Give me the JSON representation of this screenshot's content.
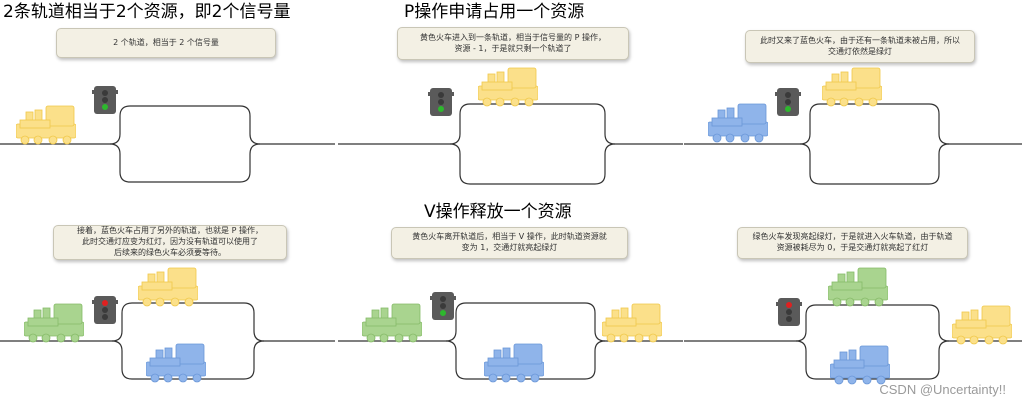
{
  "titles": {
    "t1": "2条轨道相当于2个资源，即2个信号量",
    "t2": "P操作申请占用一个资源",
    "t3": "V操作释放一个资源"
  },
  "notes": {
    "n1": "2 个轨道，相当于 2 个信号量",
    "n2": "黄色火车进入到一条轨道，相当于信号量的 P 操作，\n资源 - 1，于是就只剩一个轨道了",
    "n3": "此时又来了蓝色火车，由于还有一条轨道未被占用，所以\n交通灯依然是绿灯",
    "n4": "接着，蓝色火车占用了另外的轨道，也就是 P 操作，\n此时交通灯应变为红灯，因为没有轨道可以使用了\n后续来的绿色火车必须要等待。",
    "n5": "黄色火车离开轨道后，相当于 V 操作，此时轨道资源就\n变为 1，交通灯就亮起绿灯",
    "n6": "绿色火车发现亮起绿灯，于是就进入火车轨道，由于轨道\n资源被耗尽为 0，于是交通灯就亮起了红灯"
  },
  "colors": {
    "yellow": "#fbe08a",
    "blue": "#8fb4ea",
    "green": "#a9d48f",
    "green_light": "#2db82d",
    "red_light": "#e02020",
    "track": "#333333"
  },
  "watermark": "CSDN @Uncertainty!!"
}
